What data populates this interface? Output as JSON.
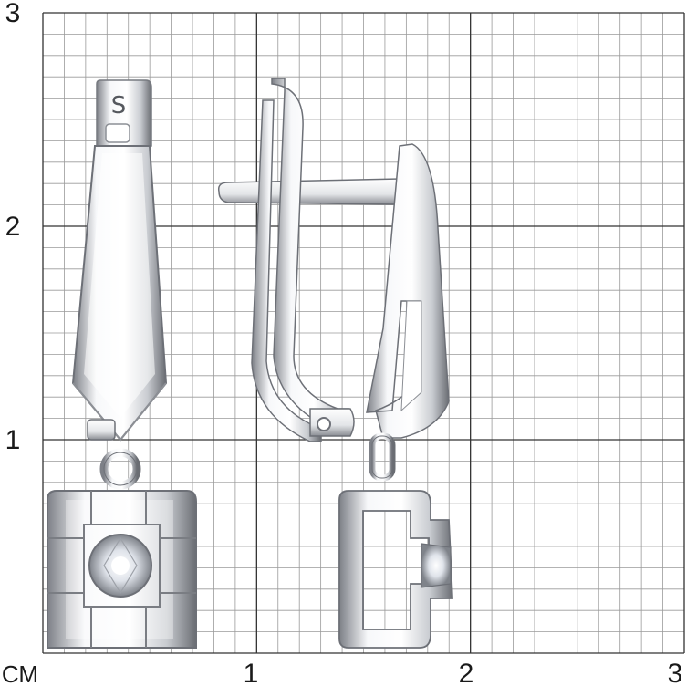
{
  "scale": {
    "unit_label": "СМ",
    "x_labels": [
      "1",
      "2",
      "3"
    ],
    "y_labels": [
      "3",
      "2",
      "1"
    ]
  },
  "stamp": "S",
  "colors": {
    "grid_minor": "#9a9a9a",
    "grid_major": "#333333",
    "metal_light": "#fafafa",
    "metal_mid": "#d2d4d8",
    "metal_dark": "#6d7077",
    "background": "#ffffff"
  }
}
